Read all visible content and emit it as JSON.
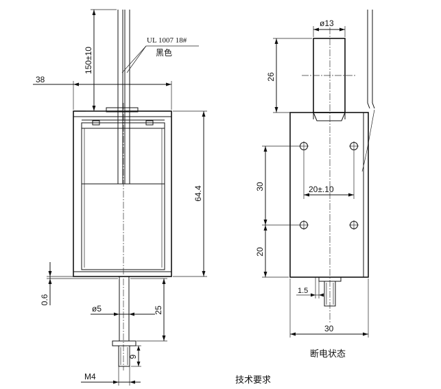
{
  "labels": {
    "wire_spec": "UL 1007 18#",
    "wire_color": "黑色",
    "lead_length": "150±10",
    "width_left": "38",
    "body_height": "64.4",
    "gap": "0.6",
    "plunger_dia": "ø5",
    "stroke_25": "25",
    "thread_len": "9",
    "thread": "M4",
    "cap_dia": "ø13",
    "cap_height": "26",
    "hole_v_spacing": "30",
    "hole_h_spacing": "20±.10",
    "hole_bottom": "20",
    "flange": "1.5",
    "width_right": "30",
    "state_caption": "断电状态",
    "main_caption": "技术要求"
  }
}
